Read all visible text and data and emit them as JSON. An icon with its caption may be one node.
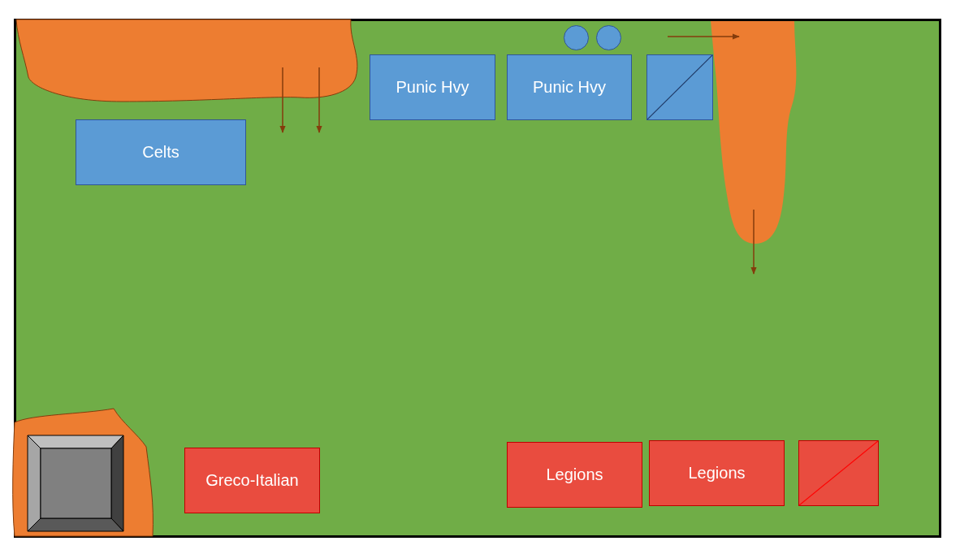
{
  "diagram": {
    "nodes": [
      {
        "text": [],
        "shape": "circle"
      },
      {
        "text": [],
        "shape": "circle"
      },
      {
        "text": [
          "Punic Hvy"
        ]
      },
      {
        "text": [
          "Punic Hvy"
        ]
      },
      {
        "text": [],
        "shape": "box"
      },
      {
        "text": [
          "Celts"
        ]
      },
      {
        "text": [
          "Greco-Italian"
        ]
      },
      {
        "text": [
          "Legions"
        ]
      },
      {
        "text": [
          "Legions"
        ]
      },
      {
        "text": [],
        "shape": "box"
      }
    ]
  }
}
